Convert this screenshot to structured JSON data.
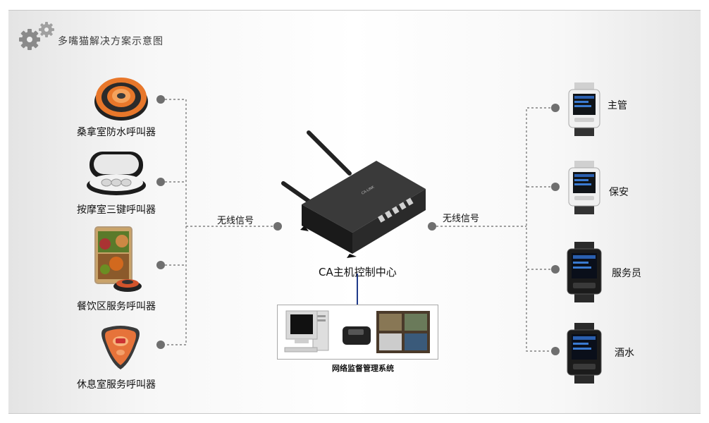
{
  "title": "多嘴猫解决方案示意图",
  "hub": {
    "label": "CA主机控制中心"
  },
  "wireless_left": "无线信号",
  "wireless_right": "无线信号",
  "monitor": {
    "caption": "网络监督管理系统"
  },
  "callers": [
    {
      "label": "桑拿室防水呼叫器"
    },
    {
      "label": "按摩室三键呼叫器"
    },
    {
      "label": "餐饮区服务呼叫器"
    },
    {
      "label": "休息室服务呼叫器"
    }
  ],
  "receivers": [
    {
      "label": "主管"
    },
    {
      "label": "保安"
    },
    {
      "label": "服务员"
    },
    {
      "label": "酒水"
    }
  ],
  "colors": {
    "connector": "#808080",
    "dot": "#707070",
    "link": "#1f3a8a"
  }
}
